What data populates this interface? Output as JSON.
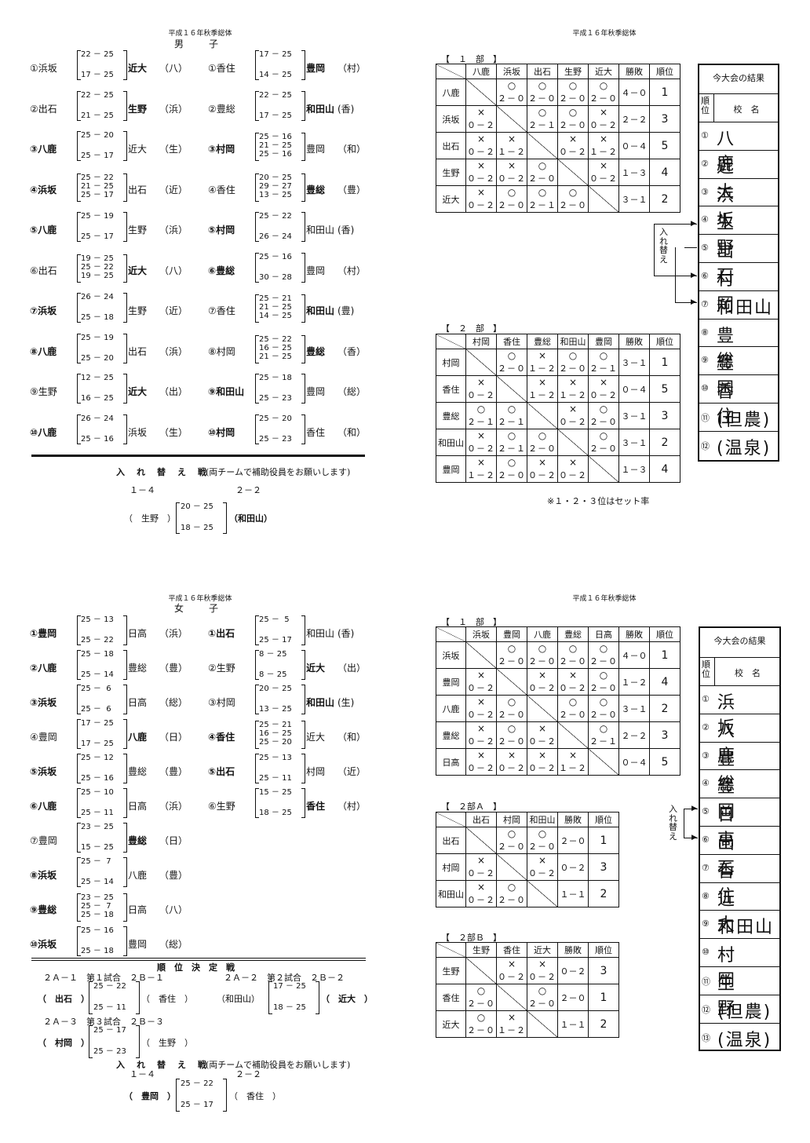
{
  "top": {
    "meta": "平成１６年秋季総体",
    "title": "男　子",
    "left_games": [
      {
        "no": "①",
        "a": "浜坂",
        "ab": false,
        "s": [
          "22 － 25",
          "17 － 25"
        ],
        "b": "近大",
        "bb": true,
        "r": "（八）"
      },
      {
        "no": "②",
        "a": "出石",
        "ab": false,
        "s": [
          "22 － 25",
          "21 － 25"
        ],
        "b": "生野",
        "bb": true,
        "r": "（浜）"
      },
      {
        "no": "③",
        "a": "八鹿",
        "ab": true,
        "s": [
          "25 － 20",
          "25 － 17"
        ],
        "b": "近大",
        "bb": false,
        "r": "（生）"
      },
      {
        "no": "④",
        "a": "浜坂",
        "ab": true,
        "s": [
          "25 － 22",
          "21 － 25",
          "25 － 17"
        ],
        "b": "出石",
        "bb": false,
        "r": "（近）"
      },
      {
        "no": "⑤",
        "a": "八鹿",
        "ab": true,
        "s": [
          "25 － 19",
          "25 － 17"
        ],
        "b": "生野",
        "bb": false,
        "r": "（浜）"
      },
      {
        "no": "⑥",
        "a": "出石",
        "ab": false,
        "s": [
          "19 － 25",
          "25 － 22",
          "19 － 25"
        ],
        "b": "近大",
        "bb": true,
        "r": "（八）"
      },
      {
        "no": "⑦",
        "a": "浜坂",
        "ab": true,
        "s": [
          "26 － 24",
          "25 － 18"
        ],
        "b": "生野",
        "bb": false,
        "r": "（近）"
      },
      {
        "no": "⑧",
        "a": "八鹿",
        "ab": true,
        "s": [
          "25 － 19",
          "25 － 20"
        ],
        "b": "出石",
        "bb": false,
        "r": "（浜）"
      },
      {
        "no": "⑨",
        "a": "生野",
        "ab": false,
        "s": [
          "12 － 25",
          "16 － 25"
        ],
        "b": "近大",
        "bb": true,
        "r": "（出）"
      },
      {
        "no": "⑩",
        "a": "八鹿",
        "ab": true,
        "s": [
          "26 － 24",
          "25 － 16"
        ],
        "b": "浜坂",
        "bb": false,
        "r": "（生）"
      }
    ],
    "right_games": [
      {
        "no": "①",
        "a": "香住",
        "ab": false,
        "s": [
          "17 － 25",
          "14 － 25"
        ],
        "b": "豊岡",
        "bb": true,
        "r": "（村）"
      },
      {
        "no": "②",
        "a": "豊総",
        "ab": false,
        "s": [
          "22 － 25",
          "17 － 25"
        ],
        "b": "和田山",
        "bb": true,
        "r": "(香)"
      },
      {
        "no": "③",
        "a": "村岡",
        "ab": true,
        "s": [
          "25 － 16",
          "21 － 25",
          "25 － 16"
        ],
        "b": "豊岡",
        "bb": false,
        "r": "（和）"
      },
      {
        "no": "④",
        "a": "香住",
        "ab": false,
        "s": [
          "20 － 25",
          "29 － 27",
          "13 － 25"
        ],
        "b": "豊総",
        "bb": true,
        "r": "（豊）"
      },
      {
        "no": "⑤",
        "a": "村岡",
        "ab": true,
        "s": [
          "25 － 22",
          "26 － 24"
        ],
        "b": "和田山",
        "bb": false,
        "r": "(香)"
      },
      {
        "no": "⑥",
        "a": "豊総",
        "ab": true,
        "s": [
          "25 － 16",
          "30 － 28"
        ],
        "b": "豊岡",
        "bb": false,
        "r": "（村）"
      },
      {
        "no": "⑦",
        "a": "香住",
        "ab": false,
        "s": [
          "25 － 21",
          "21 － 25",
          "14 － 25"
        ],
        "b": "和田山",
        "bb": true,
        "r": "(豊)"
      },
      {
        "no": "⑧",
        "a": "村岡",
        "ab": false,
        "s": [
          "25 － 22",
          "16 － 25",
          "21 － 25"
        ],
        "b": "豊総",
        "bb": true,
        "r": "（香）"
      },
      {
        "no": "⑨",
        "a": "和田山",
        "ab": true,
        "s": [
          "25 － 18",
          "25 － 23"
        ],
        "b": "豊岡",
        "bb": false,
        "r": "（総）"
      },
      {
        "no": "⑩",
        "a": "村岡",
        "ab": true,
        "s": [
          "25 － 20",
          "25 － 23"
        ],
        "b": "香住",
        "bb": false,
        "r": "（和）"
      }
    ],
    "swap_title": "入　れ　替　え　戦",
    "swap_note": "(両チームで補助役員をお願いします)",
    "swap_left_code": "１－４",
    "swap_right_code": "２－２",
    "swap_a": "（　生野　）",
    "swap_scores": [
      "20 － 25",
      "18 － 25"
    ],
    "swap_b": "（和田山）",
    "div1_title": "【　１　部　】",
    "div1_cols": [
      "八鹿",
      "浜坂",
      "出石",
      "生野",
      "近大"
    ],
    "div1_rows": [
      {
        "team": "八鹿",
        "cells": [
          "D",
          [
            "○",
            "２－０"
          ],
          [
            "○",
            "２－０"
          ],
          [
            "○",
            "２－０"
          ],
          [
            "○",
            "２－０"
          ]
        ],
        "wl": "４－０",
        "rank": "1"
      },
      {
        "team": "浜坂",
        "cells": [
          [
            "×",
            "０－２"
          ],
          "D",
          [
            "○",
            "２－１"
          ],
          [
            "○",
            "２－０"
          ],
          [
            "×",
            "０－２"
          ]
        ],
        "wl": "２－２",
        "rank": "3"
      },
      {
        "team": "出石",
        "cells": [
          [
            "×",
            "０－２"
          ],
          [
            "×",
            "１－２"
          ],
          "D",
          [
            "×",
            "０－２"
          ],
          [
            "×",
            "１－２"
          ]
        ],
        "wl": "０－４",
        "rank": "5"
      },
      {
        "team": "生野",
        "cells": [
          [
            "×",
            "０－２"
          ],
          [
            "×",
            "０－２"
          ],
          [
            "○",
            "２－０"
          ],
          "D",
          [
            "×",
            "０－２"
          ]
        ],
        "wl": "１－３",
        "rank": "4"
      },
      {
        "team": "近大",
        "cells": [
          [
            "×",
            "０－２"
          ],
          [
            "○",
            "２－０"
          ],
          [
            "○",
            "２－１"
          ],
          [
            "○",
            "２－０"
          ],
          "D"
        ],
        "wl": "３－１",
        "rank": "2"
      }
    ],
    "div2_title": "【　２　部　】",
    "div2_cols": [
      "村岡",
      "香住",
      "豊総",
      "和田山",
      "豊岡"
    ],
    "div2_rows": [
      {
        "team": "村岡",
        "cells": [
          "D",
          [
            "○",
            "２－０"
          ],
          [
            "×",
            "１－２"
          ],
          [
            "○",
            "２－０"
          ],
          [
            "○",
            "２－１"
          ]
        ],
        "wl": "３－１",
        "rank": "1"
      },
      {
        "team": "香住",
        "cells": [
          [
            "×",
            "０－２"
          ],
          "D",
          [
            "×",
            "１－２"
          ],
          [
            "×",
            "１－２"
          ],
          [
            "×",
            "０－２"
          ]
        ],
        "wl": "０－４",
        "rank": "5"
      },
      {
        "team": "豊総",
        "cells": [
          [
            "○",
            "２－１"
          ],
          [
            "○",
            "２－１"
          ],
          "D",
          [
            "×",
            "０－２"
          ],
          [
            "○",
            "２－０"
          ]
        ],
        "wl": "３－１",
        "rank": "3"
      },
      {
        "team": "和田山",
        "cells": [
          [
            "×",
            "０－２"
          ],
          [
            "○",
            "２－１"
          ],
          [
            "○",
            "２－０"
          ],
          "D",
          [
            "○",
            "２－０"
          ]
        ],
        "wl": "３－１",
        "rank": "2"
      },
      {
        "team": "豊岡",
        "cells": [
          [
            "×",
            "１－２"
          ],
          [
            "○",
            "２－０"
          ],
          [
            "×",
            "０－２"
          ],
          [
            "×",
            "０－２"
          ],
          "D"
        ],
        "wl": "１－３",
        "rank": "4"
      }
    ],
    "hdr_wl": "勝敗",
    "hdr_rank": "順位",
    "footnote": "※１・２・３位はセット率",
    "swap_label": "入れ替え",
    "result_title": "今大会の結果",
    "result_h1": "順位",
    "result_h2": "校　名",
    "results": [
      {
        "n": "①",
        "s": "八鹿"
      },
      {
        "n": "②",
        "s": "近大"
      },
      {
        "n": "③",
        "s": "浜坂"
      },
      {
        "n": "④",
        "s": "生野"
      },
      {
        "n": "⑤",
        "s": "出石"
      },
      {
        "n": "⑥",
        "s": "村岡"
      },
      {
        "n": "⑦",
        "s": "和田山"
      },
      {
        "n": "⑧",
        "s": "豊総"
      },
      {
        "n": "⑨",
        "s": "豊岡"
      },
      {
        "n": "⑩",
        "s": "香住"
      },
      {
        "n": "⑪",
        "s": "(但農)"
      },
      {
        "n": "⑫",
        "s": "(温泉)"
      }
    ]
  },
  "bottom": {
    "meta": "平成１６年秋季総体",
    "title": "女　子",
    "left_games": [
      {
        "no": "①",
        "a": "豊岡",
        "ab": true,
        "s": [
          "25 － 13",
          "25 － 22"
        ],
        "b": "日高",
        "bb": false,
        "r": "（浜）"
      },
      {
        "no": "②",
        "a": "八鹿",
        "ab": true,
        "s": [
          "25 － 18",
          "25 － 14"
        ],
        "b": "豊総",
        "bb": false,
        "r": "（豊）"
      },
      {
        "no": "③",
        "a": "浜坂",
        "ab": true,
        "s": [
          "25 －  6",
          "25 －  6"
        ],
        "b": "日高",
        "bb": false,
        "r": "（総）"
      },
      {
        "no": "④",
        "a": "豊岡",
        "ab": false,
        "s": [
          "17 － 25",
          "17 － 25"
        ],
        "b": "八鹿",
        "bb": true,
        "r": "（日）"
      },
      {
        "no": "⑤",
        "a": "浜坂",
        "ab": true,
        "s": [
          "25 － 12",
          "25 － 16"
        ],
        "b": "豊総",
        "bb": false,
        "r": "（豊）"
      },
      {
        "no": "⑥",
        "a": "八鹿",
        "ab": true,
        "s": [
          "25 － 10",
          "25 － 11"
        ],
        "b": "日高",
        "bb": false,
        "r": "（浜）"
      },
      {
        "no": "⑦",
        "a": "豊岡",
        "ab": false,
        "s": [
          "23 － 25",
          "15 － 25"
        ],
        "b": "豊総",
        "bb": true,
        "r": "（日）"
      },
      {
        "no": "⑧",
        "a": "浜坂",
        "ab": true,
        "s": [
          "25 －  7",
          "25 － 14"
        ],
        "b": "八鹿",
        "bb": false,
        "r": "（豊）"
      },
      {
        "no": "⑨",
        "a": "豊総",
        "ab": true,
        "s": [
          "23 － 25",
          "25 －  7",
          "25 － 18"
        ],
        "b": "日高",
        "bb": false,
        "r": "（八）"
      },
      {
        "no": "⑩",
        "a": "浜坂",
        "ab": true,
        "s": [
          "25 － 16",
          "25 － 18"
        ],
        "b": "豊岡",
        "bb": false,
        "r": "（総）"
      }
    ],
    "right_games": [
      {
        "no": "①",
        "a": "出石",
        "ab": true,
        "s": [
          "25 －  5",
          "25 － 17"
        ],
        "b": "和田山",
        "bb": false,
        "r": "(香)"
      },
      {
        "no": "②",
        "a": "生野",
        "ab": false,
        "s": [
          "8 － 25",
          "8 － 25"
        ],
        "b": "近大",
        "bb": true,
        "r": "（出）"
      },
      {
        "no": "③",
        "a": "村岡",
        "ab": false,
        "s": [
          "20 － 25",
          "13 － 25"
        ],
        "b": "和田山",
        "bb": true,
        "r": "(生)"
      },
      {
        "no": "④",
        "a": "香住",
        "ab": true,
        "s": [
          "25 － 21",
          "16 － 25",
          "25 － 20"
        ],
        "b": "近大",
        "bb": false,
        "r": "（和）"
      },
      {
        "no": "⑤",
        "a": "出石",
        "ab": true,
        "s": [
          "25 － 13",
          "25 － 11"
        ],
        "b": "村岡",
        "bb": false,
        "r": "（近）"
      },
      {
        "no": "⑥",
        "a": "生野",
        "ab": false,
        "s": [
          "15 － 25",
          "18 － 25"
        ],
        "b": "香住",
        "bb": true,
        "r": "（村）"
      }
    ],
    "rank_title": "順　位　決　定　戦",
    "rank_lines": [
      "２Ａ－１　第１試合　２Ｂ－１",
      "２Ａ－２　第２試合　２Ｂ－２",
      "２Ａ－３　第３試合　２Ｂ－３"
    ],
    "rk1_a": "（　出石　）",
    "rk1_s": [
      "25 － 22",
      "25 － 11"
    ],
    "rk1_b": "（　香住　）",
    "rk2_a": "（和田山）",
    "rk2_s": [
      "17 － 25",
      "18 － 25"
    ],
    "rk2_b": "（　近大　）",
    "rk3_a": "（　村岡　）",
    "rk3_s": [
      "25 － 17",
      "25 － 23"
    ],
    "rk3_b": "（　生野　）",
    "swap_title": "入　れ　替　え　戦",
    "swap_note": "(両チームで補助役員をお願いします)",
    "swap_left_code": "１－４",
    "swap_right_code": "２－２",
    "swap_a": "（　豊岡　）",
    "swap_scores": [
      "25 － 22",
      "25 － 17"
    ],
    "swap_b": "（　香住　）",
    "div1_title": "【　１　部　】",
    "div1_cols": [
      "浜坂",
      "豊岡",
      "八鹿",
      "豊総",
      "日高"
    ],
    "div1_rows": [
      {
        "team": "浜坂",
        "cells": [
          "D",
          [
            "○",
            "２－０"
          ],
          [
            "○",
            "２－０"
          ],
          [
            "○",
            "２－０"
          ],
          [
            "○",
            "２－０"
          ]
        ],
        "wl": "４－０",
        "rank": "1"
      },
      {
        "team": "豊岡",
        "cells": [
          [
            "×",
            "０－２"
          ],
          "D",
          [
            "×",
            "０－２"
          ],
          [
            "×",
            "０－２"
          ],
          [
            "○",
            "２－０"
          ]
        ],
        "wl": "１－２",
        "rank": "4"
      },
      {
        "team": "八鹿",
        "cells": [
          [
            "×",
            "０－２"
          ],
          [
            "○",
            "２－０"
          ],
          "D",
          [
            "○",
            "２－０"
          ],
          [
            "○",
            "２－０"
          ]
        ],
        "wl": "３－１",
        "rank": "2"
      },
      {
        "team": "豊総",
        "cells": [
          [
            "×",
            "０－２"
          ],
          [
            "○",
            "２－０"
          ],
          [
            "×",
            "０－２"
          ],
          "D",
          [
            "○",
            "２－１"
          ]
        ],
        "wl": "２－２",
        "rank": "3"
      },
      {
        "team": "日高",
        "cells": [
          [
            "×",
            "０－２"
          ],
          [
            "×",
            "０－２"
          ],
          [
            "×",
            "０－２"
          ],
          [
            "×",
            "１－２"
          ],
          "D"
        ],
        "wl": "０－４",
        "rank": "5"
      }
    ],
    "div2a_title": "【　２部Ａ　】",
    "div2a_cols": [
      "出石",
      "村岡",
      "和田山"
    ],
    "div2a_rows": [
      {
        "team": "出石",
        "cells": [
          "D",
          [
            "○",
            "２－０"
          ],
          [
            "○",
            "２－０"
          ]
        ],
        "wl": "２－０",
        "rank": "1"
      },
      {
        "team": "村岡",
        "cells": [
          [
            "×",
            "０－２"
          ],
          "D",
          [
            "×",
            "０－２"
          ]
        ],
        "wl": "０－２",
        "rank": "3"
      },
      {
        "team": "和田山",
        "cells": [
          [
            "×",
            "０－２"
          ],
          [
            "○",
            "２－０"
          ],
          "D"
        ],
        "wl": "１－１",
        "rank": "2"
      }
    ],
    "div2b_title": "【　２部Ｂ　】",
    "div2b_cols": [
      "生野",
      "香住",
      "近大"
    ],
    "div2b_rows": [
      {
        "team": "生野",
        "cells": [
          "D",
          [
            "×",
            "０－２"
          ],
          [
            "×",
            "０－２"
          ]
        ],
        "wl": "０－２",
        "rank": "3"
      },
      {
        "team": "香住",
        "cells": [
          [
            "○",
            "２－０"
          ],
          "D",
          [
            "○",
            "２－０"
          ]
        ],
        "wl": "２－０",
        "rank": "1"
      },
      {
        "team": "近大",
        "cells": [
          [
            "○",
            "２－０"
          ],
          [
            "×",
            "１－２"
          ],
          "D"
        ],
        "wl": "１－１",
        "rank": "2"
      }
    ],
    "hdr_wl": "勝敗",
    "hdr_rank": "順位",
    "swap_label": "入れ替え",
    "result_title": "今大会の結果",
    "result_h1": "順位",
    "result_h2": "校　名",
    "results": [
      {
        "n": "①",
        "s": "浜坂"
      },
      {
        "n": "②",
        "s": "八鹿"
      },
      {
        "n": "③",
        "s": "豊総"
      },
      {
        "n": "④",
        "s": "豊岡"
      },
      {
        "n": "⑤",
        "s": "日高"
      },
      {
        "n": "⑥",
        "s": "出石"
      },
      {
        "n": "⑦",
        "s": "香住"
      },
      {
        "n": "⑧",
        "s": "近大"
      },
      {
        "n": "⑨",
        "s": "和田山"
      },
      {
        "n": "⑩",
        "s": "村岡"
      },
      {
        "n": "⑪",
        "s": "生野"
      },
      {
        "n": "⑫",
        "s": "(但農)"
      },
      {
        "n": "⑬",
        "s": "(温泉)"
      }
    ]
  }
}
